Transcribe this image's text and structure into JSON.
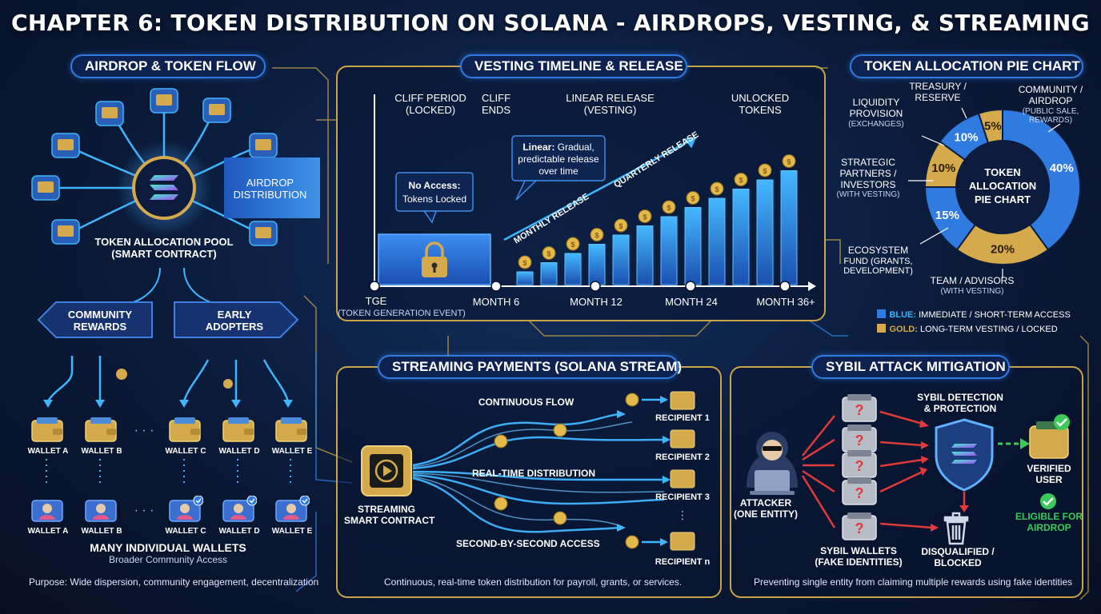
{
  "title": "CHAPTER 6: TOKEN DISTRIBUTION ON SOLANA - AIRDROPS, VESTING, & STREAMING",
  "airdrop": {
    "header": "AIRDROP & TOKEN FLOW",
    "pool_label_1": "TOKEN ALLOCATION POOL",
    "pool_label_2": "(SMART CONTRACT)",
    "arrow_label_1": "AIRDROP",
    "arrow_label_2": "DISTRIBUTION",
    "community_1": "COMMUNITY",
    "community_2": "REWARDS",
    "early_1": "EARLY",
    "early_2": "ADOPTERS",
    "ellipsis": "· · ·",
    "wallets_top": [
      "WALLET A",
      "WALLET B",
      "WALLET C",
      "WALLET D",
      "WALLET E"
    ],
    "wallets_bottom": [
      "WALLET A",
      "WALLET B",
      "WALLET C",
      "WALLET D",
      "WALLET E"
    ],
    "many_wallets": "MANY INDIVIDUAL WALLETS",
    "broader": "Broader Community Access",
    "purpose": "Purpose: Wide dispersion, community engagement, decentralization"
  },
  "vesting": {
    "header": "VESTING TIMELINE & RELEASE",
    "cliff_period_1": "CLIFF PERIOD",
    "cliff_period_2": "(LOCKED)",
    "cliff_ends_1": "CLIFF",
    "cliff_ends_2": "ENDS",
    "linear_release_1": "LINEAR RELEASE",
    "linear_release_2": "(VESTING)",
    "unlocked_1": "UNLOCKED",
    "unlocked_2": "TOKENS",
    "no_access_1": "No Access:",
    "no_access_2": "Tokens Locked",
    "linear_bubble_bold": "Linear:",
    "linear_bubble_1": " Gradual,",
    "linear_bubble_2": "predictable release",
    "linear_bubble_3": "over time",
    "monthly": "MONTHLY RELEASE",
    "quarterly": "QUARTERLY RELEASE",
    "tge": "TGE",
    "tge_full": "(TOKEN GENERATION EVENT)",
    "month6": "MONTH 6",
    "month12": "MONTH 12",
    "month24": "MONTH 24",
    "month36": "MONTH 36+",
    "coin_glyph": "$"
  },
  "chart_data": {
    "type": "pie",
    "title": "TOKEN ALLOCATION PIE CHART",
    "center_1": "TOKEN",
    "center_2": "ALLOCATION",
    "center_3": "PIE CHART",
    "slices": [
      {
        "name": "COMMUNITY / AIRDROP (PUBLIC SALE, REWARDS)",
        "value": 40,
        "label": "40%",
        "color": "#2f7be0"
      },
      {
        "name": "TEAM / ADVISORS (WITH VESTING)",
        "value": 20,
        "label": "20%",
        "color": "#d4aa4c"
      },
      {
        "name": "ECOSYSTEM FUND (GRANTS, DEVELOPMENT)",
        "value": 15,
        "label": "15%",
        "color": "#2f7be0"
      },
      {
        "name": "STRATEGIC PARTNERS / INVESTORS (WITH VESTING)",
        "value": 10,
        "label": "10%",
        "color": "#d4aa4c"
      },
      {
        "name": "LIQUIDITY PROVISION (EXCHANGES)",
        "value": 10,
        "label": "10%",
        "color": "#2f7be0"
      },
      {
        "name": "TREASURY / RESERVE",
        "value": 5,
        "label": "5%",
        "color": "#d4aa4c"
      }
    ],
    "callouts": {
      "community_1": "COMMUNITY /",
      "community_2": "AIRDROP",
      "community_3": "(PUBLIC SALE,",
      "community_4": "REWARDS)",
      "treasury_1": "TREASURY /",
      "treasury_2": "RESERVE",
      "liquidity_1": "LIQUIDITY",
      "liquidity_2": "PROVISION",
      "liquidity_3": "(EXCHANGES)",
      "strategic_1": "STRATEGIC",
      "strategic_2": "PARTNERS /",
      "strategic_3": "INVESTORS",
      "strategic_4": "(WITH VESTING)",
      "ecosystem_1": "ECOSYSTEM",
      "ecosystem_2": "FUND (GRANTS,",
      "ecosystem_3": "DEVELOPMENT)",
      "team_1": "TEAM / ADVISORS",
      "team_2": "(WITH VESTING)"
    },
    "legend": {
      "blue_key": "BLUE:",
      "blue_text": " IMMEDIATE / SHORT-TERM ACCESS",
      "gold_key": "GOLD:",
      "gold_text": " LONG-TERM VESTING / LOCKED",
      "blue_color": "#2f7be0",
      "gold_color": "#d4aa4c"
    }
  },
  "streaming": {
    "header": "STREAMING PAYMENTS (SOLANA STREAM)",
    "contract_1": "STREAMING",
    "contract_2": "SMART CONTRACT",
    "continuous": "CONTINUOUS FLOW",
    "realtime": "REAL-TIME DISTRIBUTION",
    "second": "SECOND-BY-SECOND ACCESS",
    "recipients": [
      "RECIPIENT 1",
      "RECIPIENT 2",
      "RECIPIENT 3",
      "RECIPIENT n"
    ],
    "ellipsis": "⋮",
    "caption": "Continuous, real-time token distribution for payroll, grants, or services."
  },
  "sybil": {
    "header": "SYBIL ATTACK MITIGATION",
    "attacker_1": "ATTACKER",
    "attacker_2": "(ONE ENTITY)",
    "sybil_wallets_1": "SYBIL WALLETS",
    "sybil_wallets_2": "(FAKE IDENTITIES)",
    "detection_1": "SYBIL DETECTION",
    "detection_2": "& PROTECTION",
    "disqualified_1": "DISQUALIFIED /",
    "disqualified_2": "BLOCKED",
    "verified_1": "VERIFIED",
    "verified_2": "USER",
    "eligible_1": "ELIGIBLE FOR",
    "eligible_2": "AIRDROP",
    "question": "?",
    "caption": "Preventing single entity from claiming multiple rewards using fake identities"
  },
  "colors": {
    "gold": "#d4aa4c",
    "blue": "#2f7be0",
    "cyan": "#3fb4ff",
    "red": "#e03a3a",
    "green": "#3cc95a"
  }
}
